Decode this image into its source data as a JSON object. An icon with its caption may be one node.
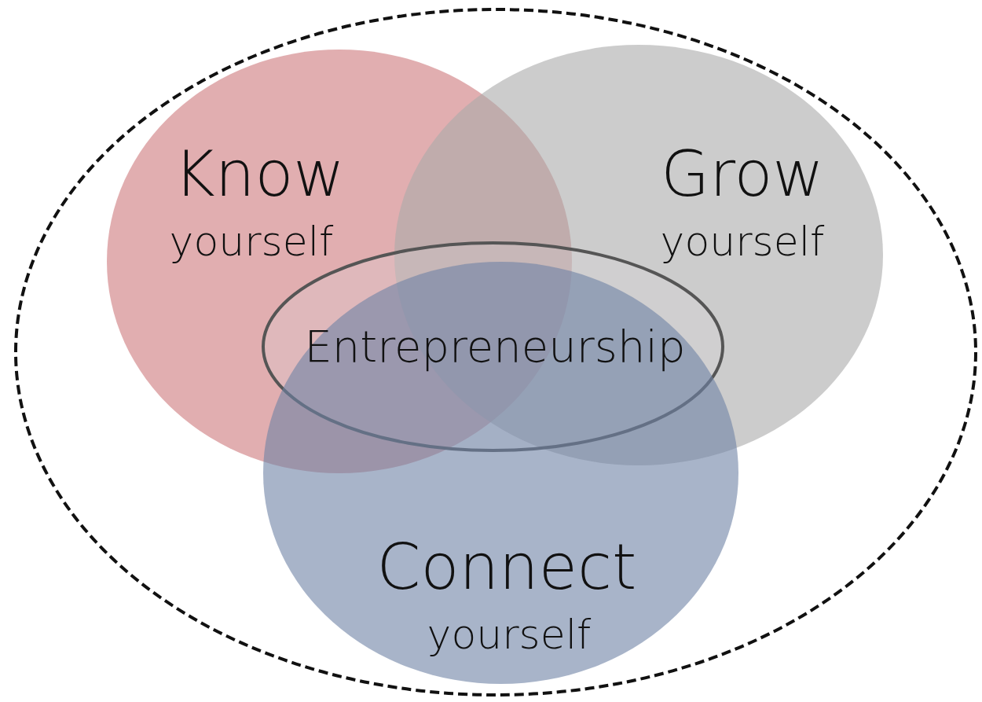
{
  "diagram": {
    "nodes": [
      {
        "text": [],
        "shape": "ellipse"
      },
      {
        "text": [
          "Know",
          "yourself"
        ],
        "in": 0
      },
      {
        "text": [
          "Grow",
          "yourself"
        ],
        "in": 0
      },
      {
        "text": [
          "Entrepreneurship"
        ],
        "in": 0
      },
      {
        "text": [
          "Connect",
          "yourself"
        ],
        "in": 0
      }
    ]
  }
}
